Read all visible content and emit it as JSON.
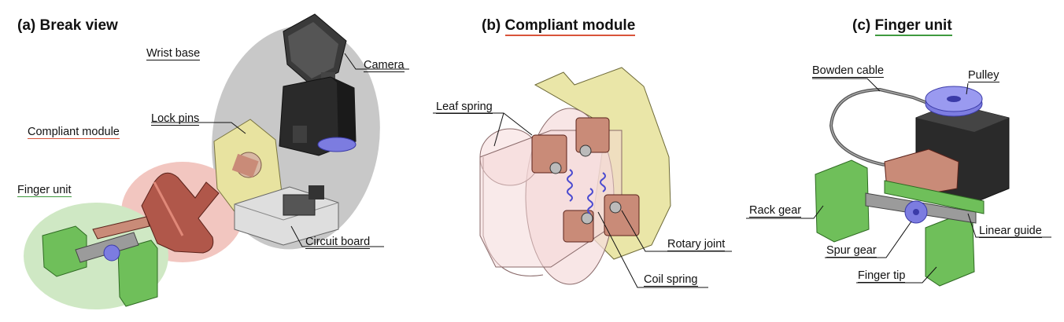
{
  "panels": {
    "a": {
      "prefix": "(a) ",
      "title": "Break view"
    },
    "b": {
      "prefix": "(b) ",
      "title": "Compliant module"
    },
    "c": {
      "prefix": "(c) ",
      "title": "Finger unit"
    }
  },
  "labels_a": {
    "wrist_base": "Wrist base",
    "camera": "Camera",
    "lock_pins": "Lock pins",
    "compliant_module": "Compliant module",
    "finger_unit": "Finger unit",
    "circuit_board": "Circuit board"
  },
  "labels_b": {
    "leaf_spring": "Leaf spring",
    "rotary_joint": "Rotary joint",
    "coil_spring": "Coil spring"
  },
  "labels_c": {
    "bowden_cable": "Bowden cable",
    "pulley": "Pulley",
    "rack_gear": "Rack gear",
    "linear_guide": "Linear guide",
    "spur_gear": "Spur gear",
    "finger_tip": "Finger tip"
  },
  "colors": {
    "wrist_zone": "#c8c8c8",
    "compliant_zone": "#f2c6c0",
    "finger_zone": "#cfe8c4",
    "compliant_underline": "#d9533a",
    "finger_underline": "#3f9a3f",
    "yellow_part": "#e8e3a0",
    "copper_part": "#c98b78",
    "green_part": "#6fbf5a",
    "black_part": "#2a2a2a",
    "blue_part": "#7c7ce0"
  }
}
